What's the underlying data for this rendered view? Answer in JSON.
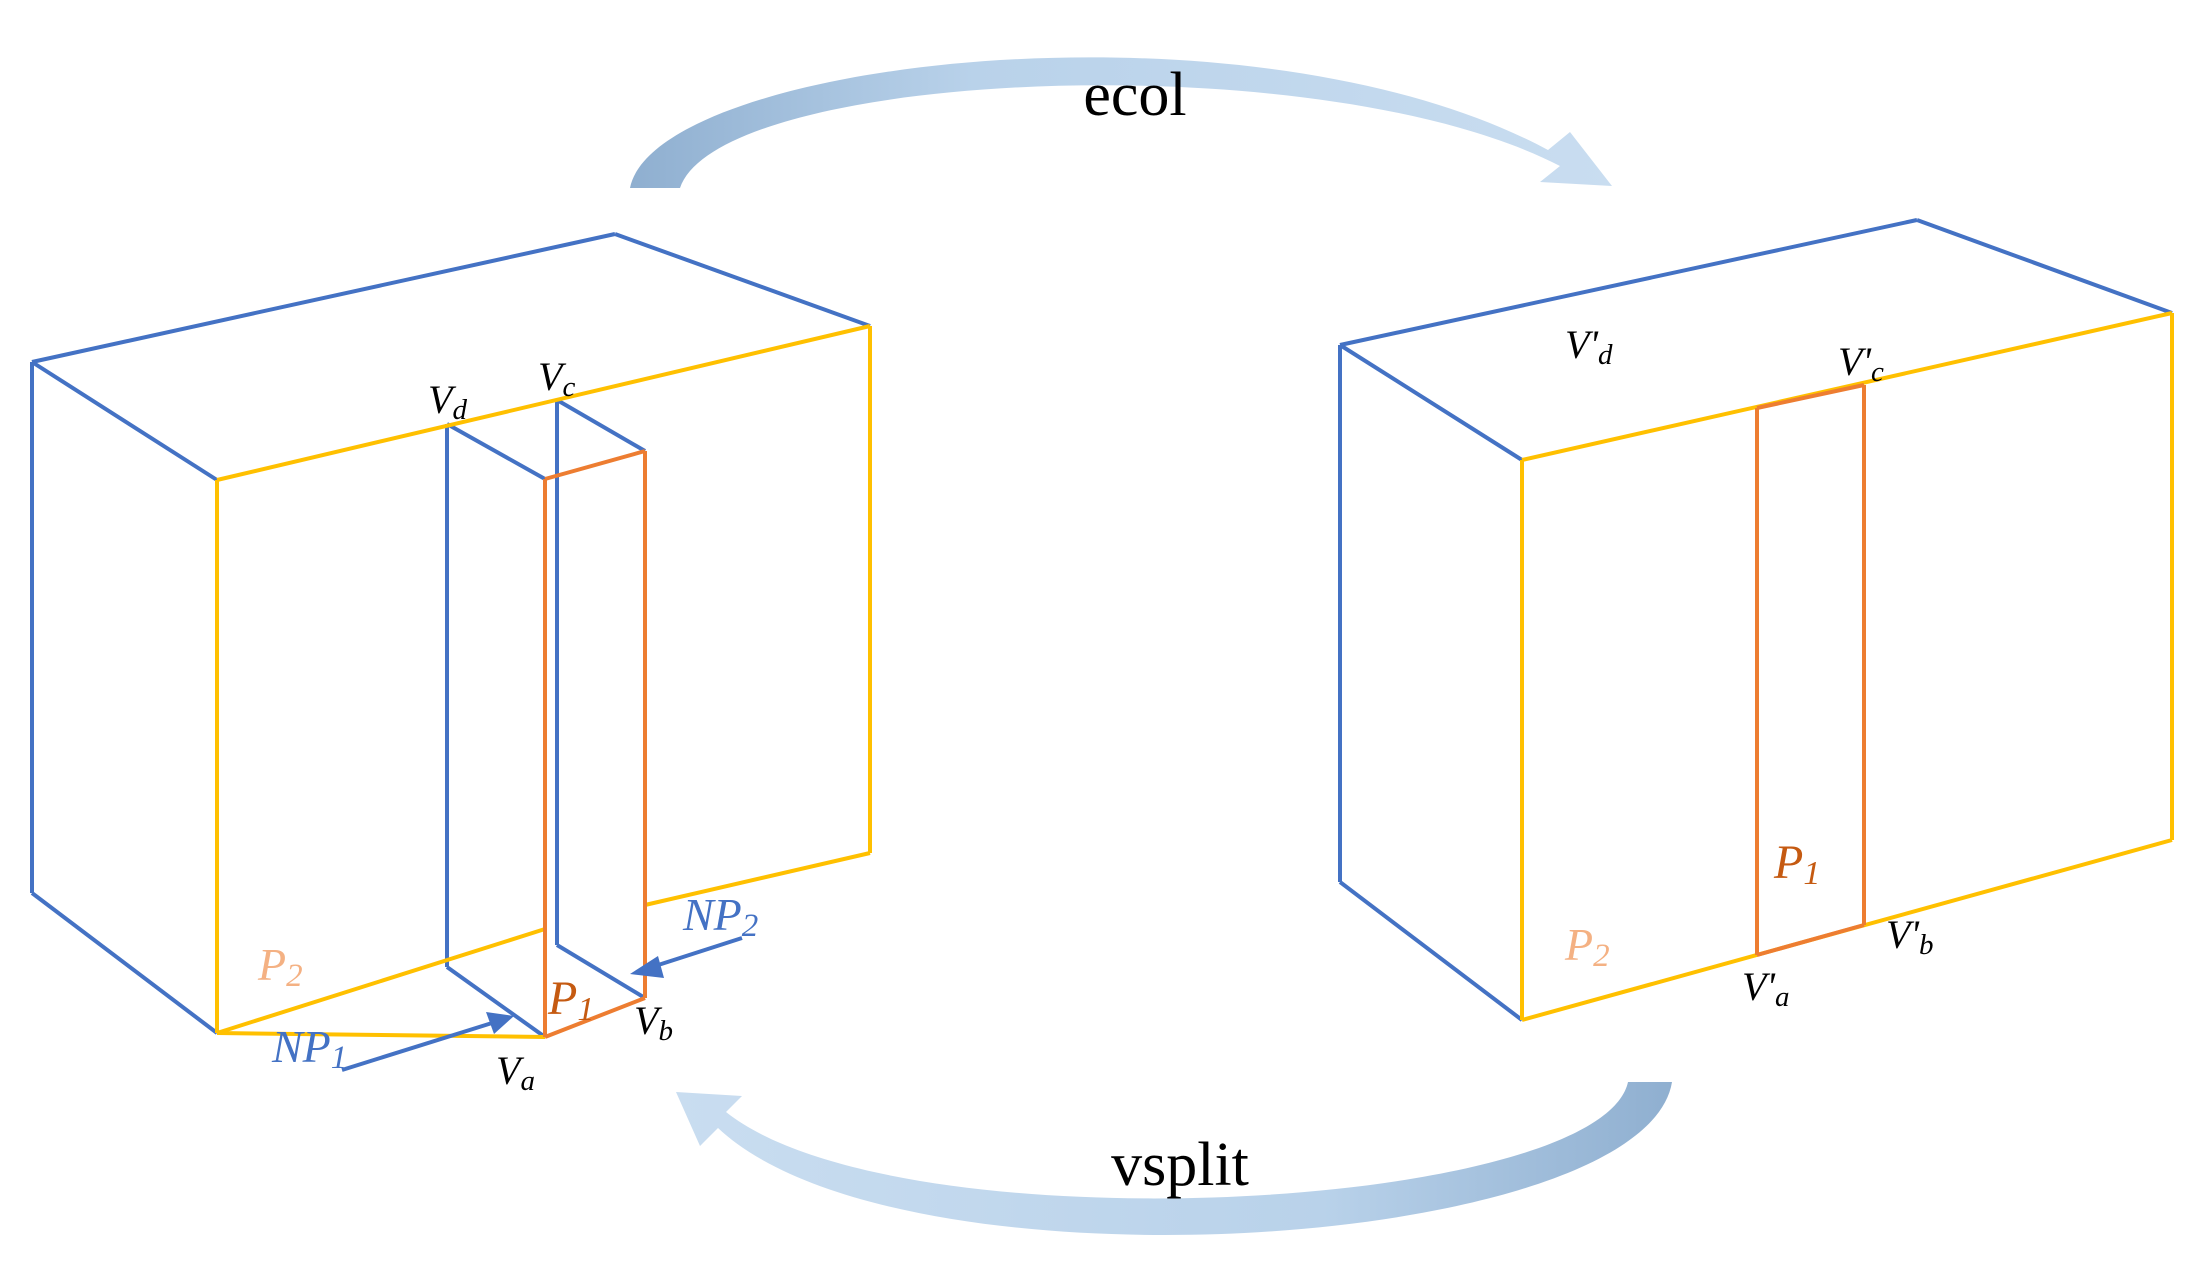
{
  "operations": {
    "top": "ecol",
    "bottom": "vsplit"
  },
  "left_model": {
    "vertex_d": {
      "main": "V",
      "sub": "d"
    },
    "vertex_c": {
      "main": "V",
      "sub": "c"
    },
    "vertex_a": {
      "main": "V",
      "sub": "a"
    },
    "vertex_b": {
      "main": "V",
      "sub": "b"
    },
    "plane_1": {
      "main": "P",
      "sub": "1"
    },
    "plane_2": {
      "main": "P",
      "sub": "2"
    },
    "normal_1": {
      "main": "NP",
      "sub": "1"
    },
    "normal_2": {
      "main": "NP",
      "sub": "2"
    }
  },
  "right_model": {
    "vertex_d": {
      "main": "V'",
      "sub": "d"
    },
    "vertex_c": {
      "main": "V'",
      "sub": "c"
    },
    "vertex_a": {
      "main": "V'",
      "sub": "a"
    },
    "vertex_b": {
      "main": "V'",
      "sub": "b"
    },
    "plane_1": {
      "main": "P",
      "sub": "1"
    },
    "plane_2": {
      "main": "P",
      "sub": "2"
    }
  },
  "colors": {
    "edge_blue": "#4472C4",
    "edge_yellow": "#FFC000",
    "edge_orange": "#ED7D31",
    "label_blue": "#4472C4",
    "label_orange_dark": "#C55A11",
    "label_orange_light": "#F4B183",
    "arrow_light": "#BDD7EE",
    "arrow_dark": "#8FAFD0",
    "text_black": "#000000"
  }
}
